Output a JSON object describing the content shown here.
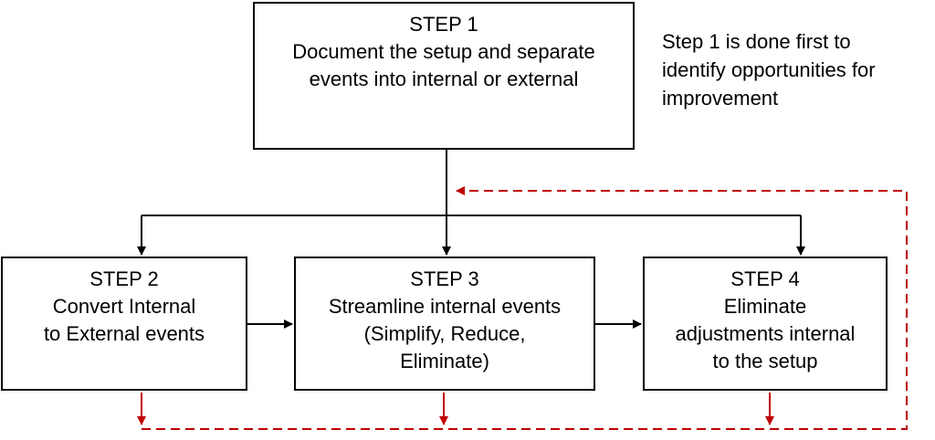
{
  "steps": [
    {
      "title": "STEP 1",
      "lines": [
        "Document the setup and separate",
        "events into internal or external"
      ]
    },
    {
      "title": "STEP 2",
      "lines": [
        "Convert Internal",
        "to External events"
      ]
    },
    {
      "title": "STEP 3",
      "lines": [
        "Streamline internal events",
        "(Simplify, Reduce,",
        "Eliminate)"
      ]
    },
    {
      "title": "STEP 4",
      "lines": [
        "Eliminate",
        "adjustments internal",
        "to the setup"
      ]
    }
  ],
  "note": {
    "lines": [
      "Step 1 is done first to",
      "identify opportunities for",
      "improvement"
    ]
  },
  "colors": {
    "flow_arrow": "#000000",
    "feedback_arrow": "#c00000",
    "box_border": "#000000"
  }
}
